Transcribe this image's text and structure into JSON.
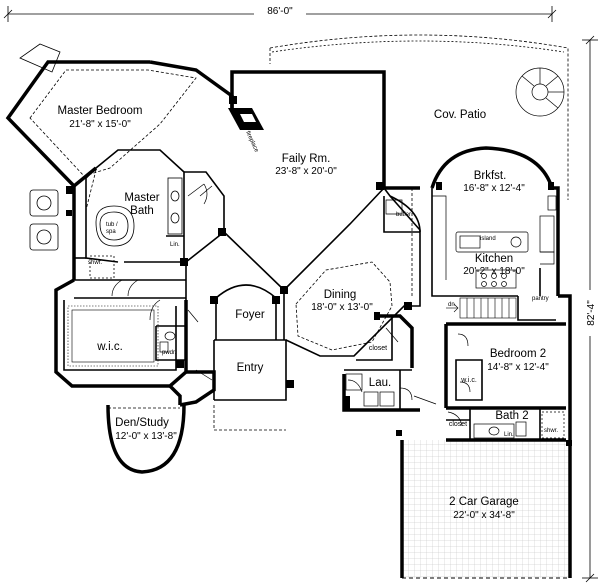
{
  "overall": {
    "width": "86'-0\"",
    "depth": "82'-4\""
  },
  "rooms": {
    "master_bedroom": {
      "name": "Master Bedroom",
      "dims": "21'-8\" x 15'-0\""
    },
    "master_bath": {
      "line1": "Master",
      "line2": "Bath"
    },
    "family": {
      "name": "Faily Rm.",
      "dims": "23'-8\" x 20'-0\""
    },
    "patio": {
      "name": "Cov. Patio"
    },
    "breakfast": {
      "name": "Brkfst.",
      "dims": "16'-8\" x 12'-4\""
    },
    "kitchen": {
      "name": "Kitchen",
      "dims": "20'-2\" x 18'-0\""
    },
    "dining": {
      "name": "Dining",
      "dims": "18'-0\" x 13'-0\""
    },
    "foyer": {
      "name": "Foyer"
    },
    "entry": {
      "name": "Entry"
    },
    "wic": {
      "name": "w.i.c."
    },
    "den": {
      "name": "Den/Study",
      "dims": "12'-0\" x 13'-8\""
    },
    "bedroom2": {
      "name": "Bedroom 2",
      "dims": "14'-8\" x 12'-4\""
    },
    "wic2": {
      "name": "w.i.c."
    },
    "bath2": {
      "name": "Bath 2"
    },
    "garage": {
      "name": "2 Car Garage",
      "dims": "22'-0\" x 34'-8\""
    },
    "laundry": {
      "name": "Lau."
    }
  },
  "fixtures": {
    "fireplace": "fireplace",
    "butler": "butler",
    "island": "island",
    "pantry": "pantry",
    "tub": "tub /",
    "spa": "spa",
    "shower": "shwr.",
    "linen": "Lin.",
    "powder": "pwdr.",
    "closet_a": "closet",
    "closet_b": "closet",
    "linen2": "Lin.",
    "shower2": "shwr.",
    "down": "dn"
  }
}
